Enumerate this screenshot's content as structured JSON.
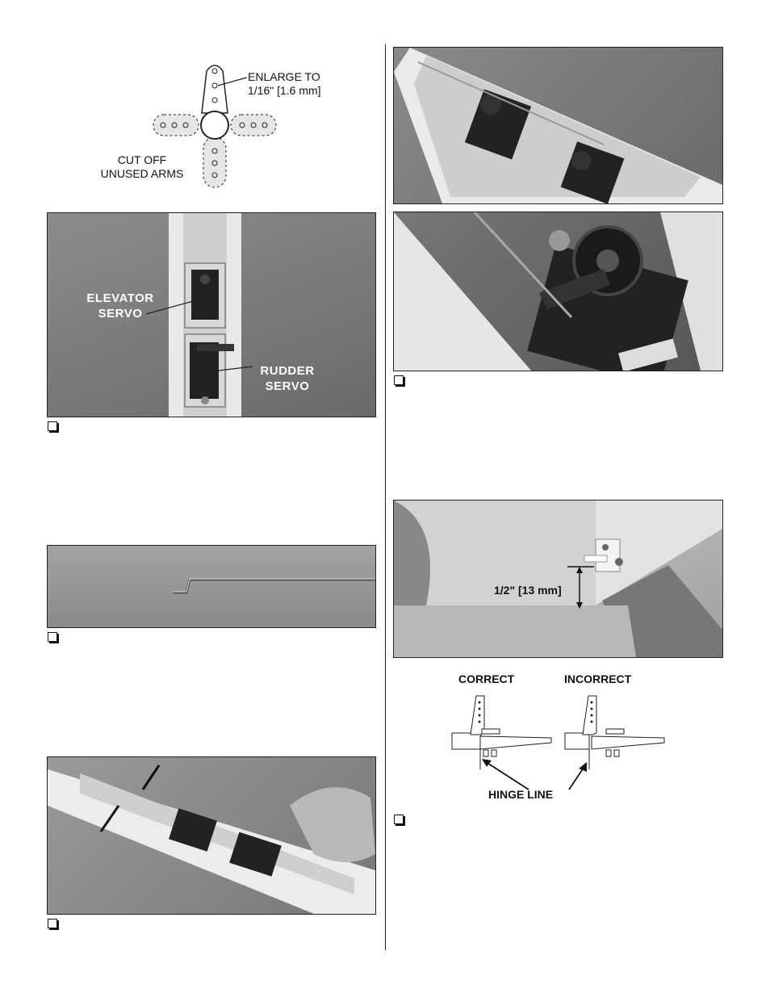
{
  "servo_arm_diagram": {
    "enlarge_label_line1": "ENLARGE TO",
    "enlarge_label_line2": "1/16\" [1.6 mm]",
    "cutoff_label_line1": "CUT OFF",
    "cutoff_label_line2": "UNUSED ARMS"
  },
  "servo_photo": {
    "elevator_line1": "ELEVATOR",
    "elevator_line2": "SERVO",
    "rudder_line1": "RUDDER",
    "rudder_line2": "SERVO"
  },
  "hinge_photo": {
    "measure_label": "1/2\" [13 mm]"
  },
  "hinge_diagram": {
    "correct_label": "CORRECT",
    "incorrect_label": "INCORRECT",
    "hinge_line_label": "HINGE LINE"
  },
  "checkbox_glyph": "❑"
}
